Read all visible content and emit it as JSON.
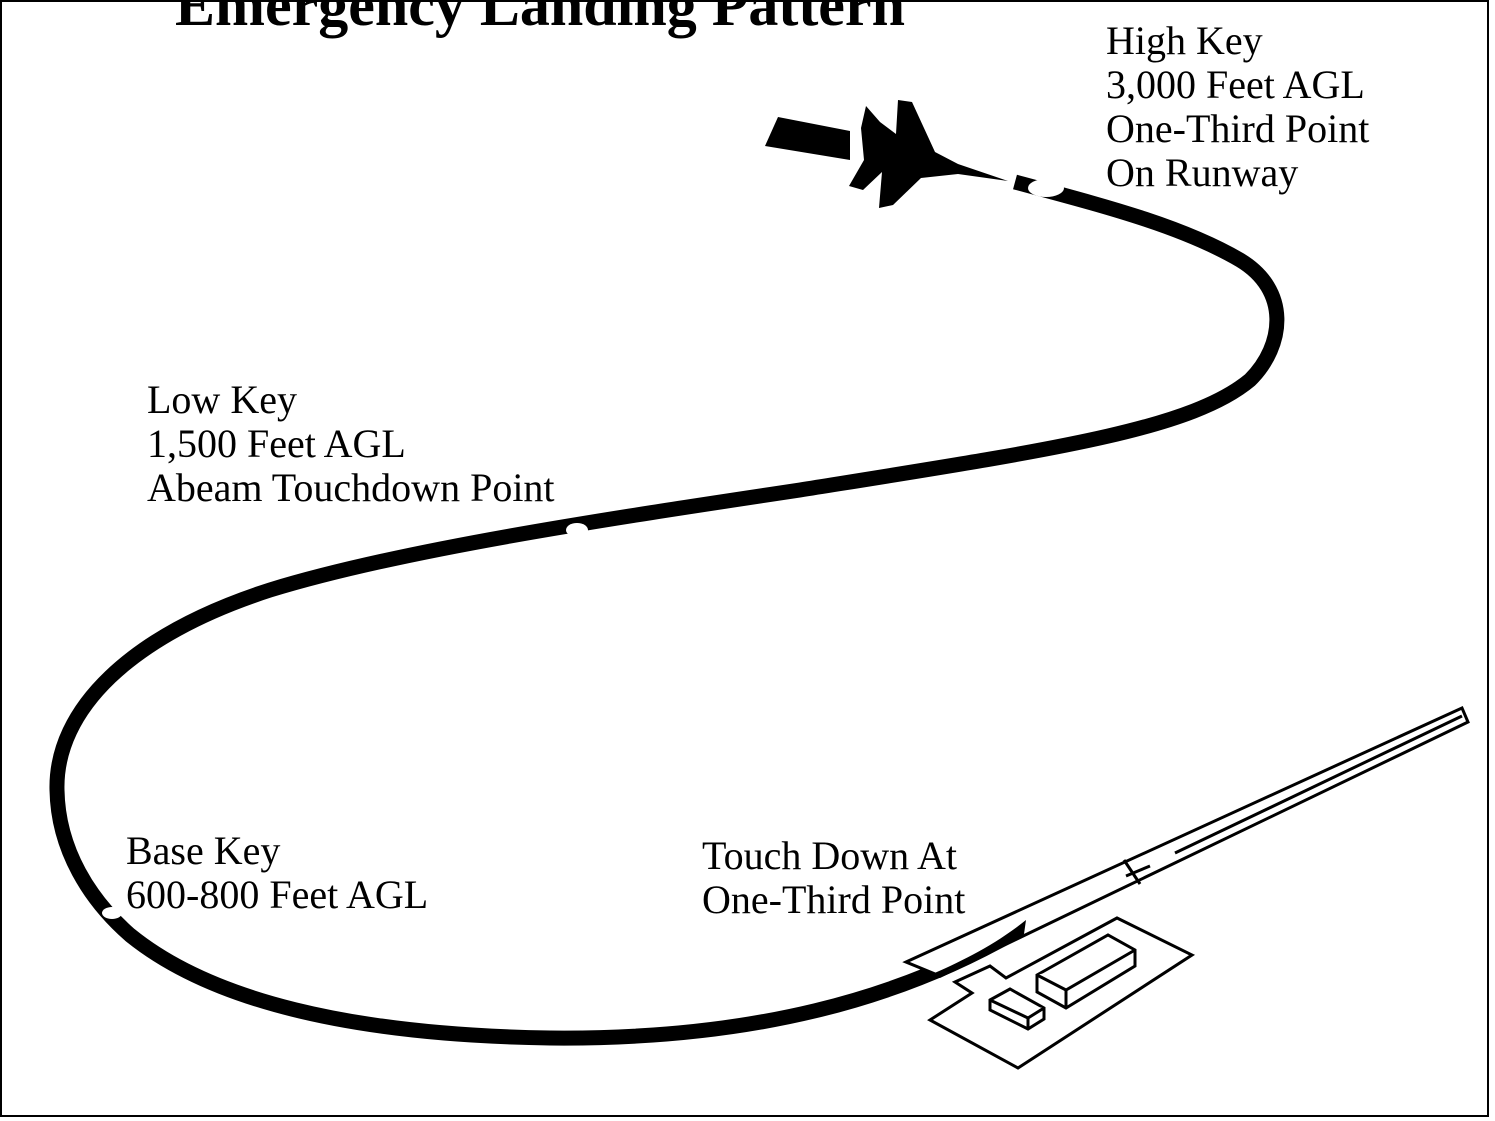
{
  "title": "Emergency Landing Pattern",
  "colors": {
    "ink": "#000000",
    "background": "#ffffff"
  },
  "labels": {
    "high_key": [
      "High Key",
      "3,000 Feet AGL",
      "One-Third Point",
      "On Runway"
    ],
    "low_key": [
      "Low Key",
      "1,500 Feet AGL",
      "Abeam Touchdown Point"
    ],
    "base_key": [
      "Base Key",
      "600-800 Feet AGL"
    ],
    "touchdown": [
      "Touch Down At",
      "One-Third Point"
    ]
  }
}
